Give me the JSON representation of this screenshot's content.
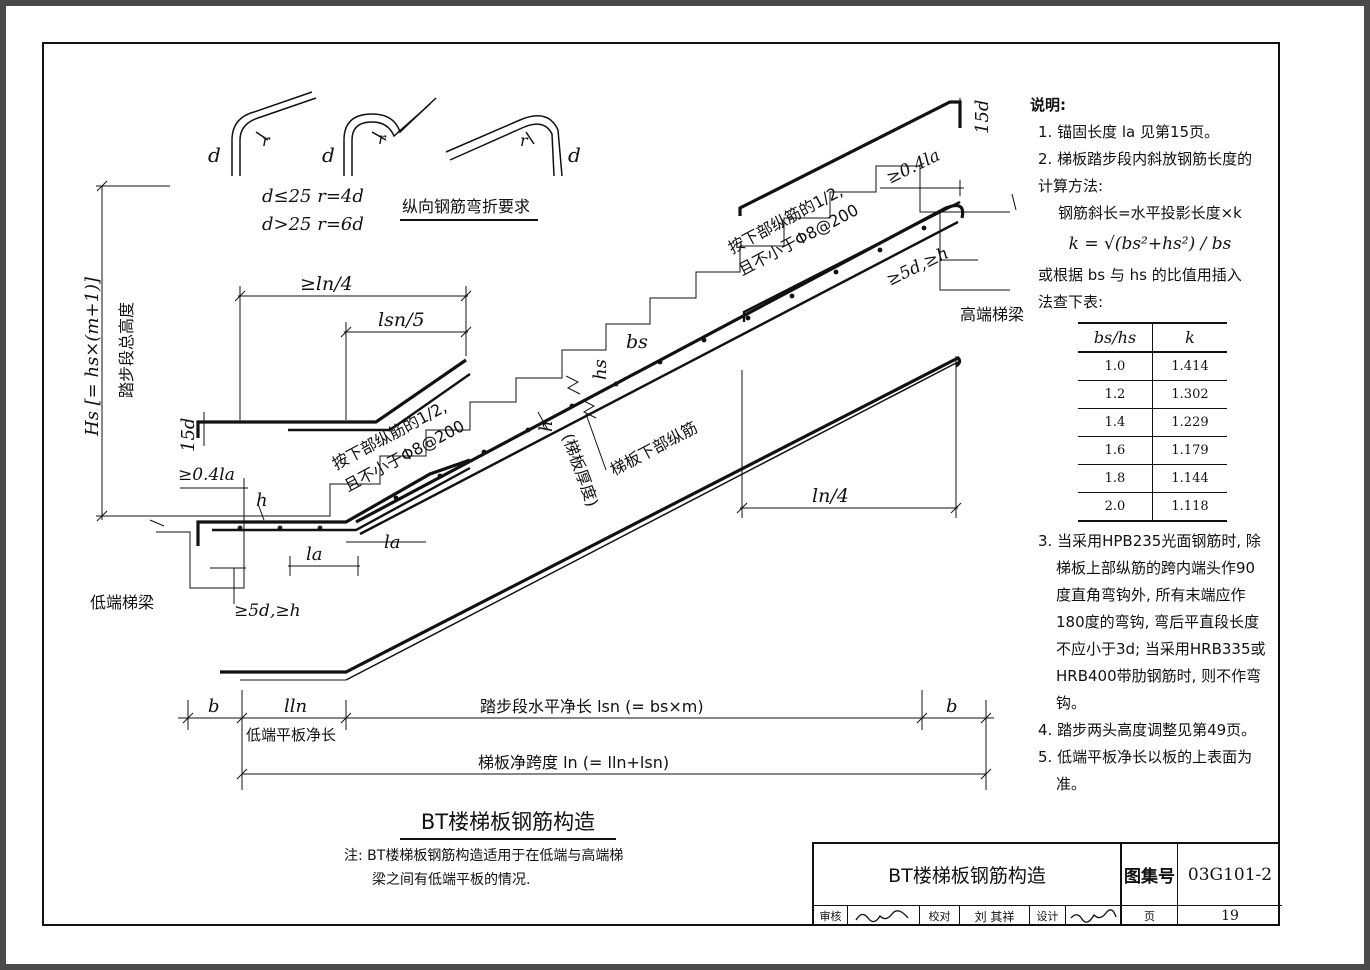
{
  "bend_req": {
    "d": "d",
    "r": "r",
    "rule1": "d≤25  r=4d",
    "rule2": "d>25  r=6d",
    "caption": "纵向钢筋弯折要求"
  },
  "labels": {
    "hs_total": "Hs [= hs×(m+1)]",
    "hs_total_cn": "踏步段总高度",
    "ln4_top": "≥ln/4",
    "lsn5": "lsn/5",
    "d15_left": "15d",
    "d15_right": "15d",
    "la04_left": "≥0.4la",
    "la04_right": "≥0.4la",
    "top_bar_note_left_1": "按下部纵筋的1/2,",
    "top_bar_note_left_2": "且不小于Φ8@200",
    "top_bar_note_right_1": "按下部纵筋的1/2,",
    "top_bar_note_right_2": "且不小于Φ8@200",
    "h_left": "h",
    "la_1": "la",
    "la_2": "la",
    "bs": "bs",
    "hs": "hs",
    "h_mid": "h",
    "thickness": "(梯板厚度)",
    "bottom_bar": "梯板下部纵筋",
    "ln4_bottom": "ln/4",
    "d5h_left": "≥5d,≥h",
    "d5h_right": "≥5d,≥h",
    "low_beam": "低端梯梁",
    "high_beam": "高端梯梁",
    "b_left": "b",
    "b_right": "b",
    "lln": "lln",
    "low_plate": "低端平板净长",
    "step_len": "踏步段水平净长 lsn (= bs×m)",
    "span": "梯板净跨度  ln (= lln+lsn)"
  },
  "notes": {
    "head": "说明:",
    "n1": "1. 锚固长度 la 见第15页。",
    "n2a": "2. 梯板踏步段内斜放钢筋长度的",
    "n2b": "计算方法:",
    "n2c": "钢筋斜长=水平投影长度×k",
    "formula": "k = √(bs²+hs²) / bs",
    "n2d": "或根据 bs 与 hs 的比值用插入",
    "n2e": "法查下表:",
    "table_head": [
      "bs/hs",
      "k"
    ],
    "table_rows": [
      [
        "1.0",
        "1.414"
      ],
      [
        "1.2",
        "1.302"
      ],
      [
        "1.4",
        "1.229"
      ],
      [
        "1.6",
        "1.179"
      ],
      [
        "1.8",
        "1.144"
      ],
      [
        "2.0",
        "1.118"
      ]
    ],
    "n3": "3. 当采用HPB235光面钢筋时, 除梯板上部纵筋的跨内端头作90度直角弯钩外, 所有末端应作180度的弯钩, 弯后平直段长度不应小于3d; 当采用HRB335或HRB400带肋钢筋时, 则不作弯钩。",
    "n4": "4. 踏步两头高度调整见第49页。",
    "n5": "5. 低端平板净长以板的上表面为准。"
  },
  "title": "BT楼梯板钢筋构造",
  "bottom_note_1": "注: BT楼梯板钢筋构造适用于在低端与高端梯",
  "bottom_note_2": "梁之间有低端平板的情况.",
  "titleblock": {
    "name": "BT楼梯板钢筋构造",
    "atlas_label": "图集号",
    "atlas_no": "03G101-2",
    "review": "审核",
    "check": "校对",
    "checker": "刘 其祥",
    "design": "设计",
    "page_label": "页",
    "page_no": "19"
  }
}
